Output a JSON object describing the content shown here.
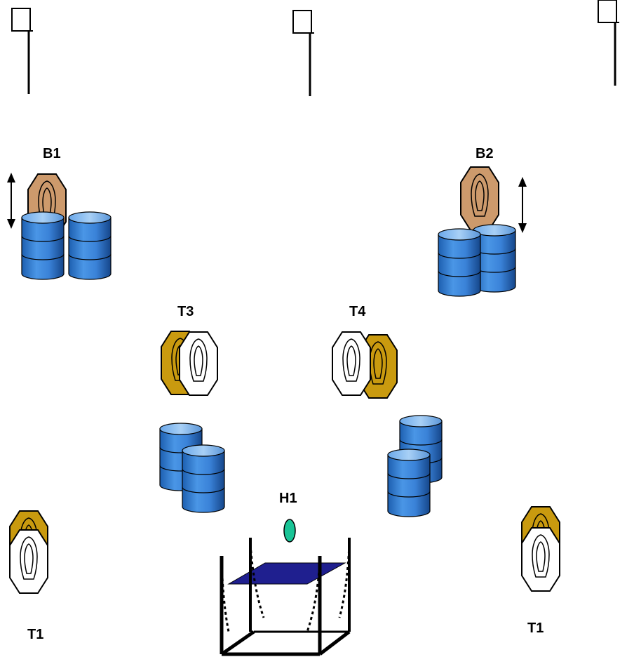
{
  "labels": {
    "b1": "B1",
    "b2": "B2",
    "t3": "T3",
    "t4": "T4",
    "h1": "H1",
    "t1_left": "T1",
    "t1_right": "T1"
  },
  "colors": {
    "barrel_body": "#3a82d8",
    "barrel_top": "#8dbdf0",
    "no_shoot_target": "#cd9a6c",
    "gold_target": "#c99a0f",
    "white_target": "#ffffff",
    "shooting_box_mat": "#1f1f8f",
    "marker": "#19c496",
    "stroke": "#000000"
  },
  "icons": {
    "flag_stand": "flag-stand-icon",
    "barrel": "barrel-icon",
    "target": "octagon-target-icon",
    "movement": "double-arrow-icon",
    "shooting_box": "shooting-box-icon",
    "start_marker": "oval-marker-icon"
  }
}
